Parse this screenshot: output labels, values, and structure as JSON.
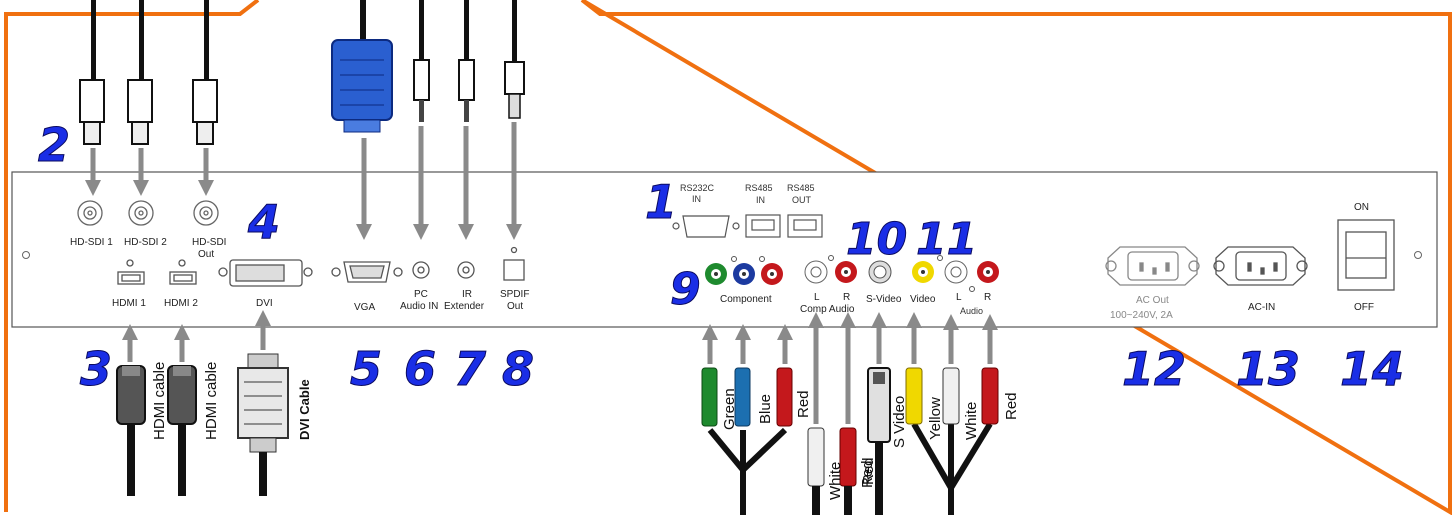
{
  "colors": {
    "frame": "#f07010",
    "number": "#1a2ee6",
    "arrow": "#8a8a8a",
    "green": "#1e8a2e",
    "blue": "#1c6fb0",
    "red": "#c4181c",
    "yellow": "#f0d800",
    "white": "#e8e8e8",
    "vga_blue": "#2a5fd0"
  },
  "numbers": [
    "1",
    "2",
    "3",
    "4",
    "5",
    "6",
    "7",
    "8",
    "9",
    "10",
    "11",
    "12",
    "13",
    "14"
  ],
  "ports": {
    "hdsdi1": "HD-SDI 1",
    "hdsdi2": "HD-SDI 2",
    "hdsdi_out_1": "HD-SDI",
    "hdsdi_out_2": "Out",
    "hdmi1": "HDMI 1",
    "hdmi2": "HDMI 2",
    "dvi": "DVI",
    "vga": "VGA",
    "pc_audio_1": "PC",
    "pc_audio_2": "Audio IN",
    "ir_1": "IR",
    "ir_2": "Extender",
    "spdif_1": "SPDIF",
    "spdif_2": "Out",
    "rs232_1": "RS232C",
    "rs232_2": "IN",
    "rs485in_1": "RS485",
    "rs485in_2": "IN",
    "rs485out_1": "RS485",
    "rs485out_2": "OUT",
    "component": "Component",
    "comp_l": "L",
    "comp_r": "R",
    "comp_audio": "Comp Audio",
    "svideo": "S-Video",
    "video": "Video",
    "audio_l": "L",
    "audio_r": "R",
    "audio": "Audio",
    "ac_out_1": "AC Out",
    "ac_out_2": "100~240V, 2A",
    "ac_in": "AC-IN",
    "on": "ON",
    "off": "OFF"
  },
  "cables": {
    "hdmi1": "HDMI cable",
    "hdmi2": "HDMI cable",
    "dvi": "DVI Cable",
    "green": "Green",
    "blue": "Blue",
    "red1": "Red",
    "red2": "Red",
    "white1": "White",
    "red3": "Red",
    "svideo": "S Video",
    "yellow": "Yellow",
    "white2": "White",
    "red4": "Red"
  }
}
